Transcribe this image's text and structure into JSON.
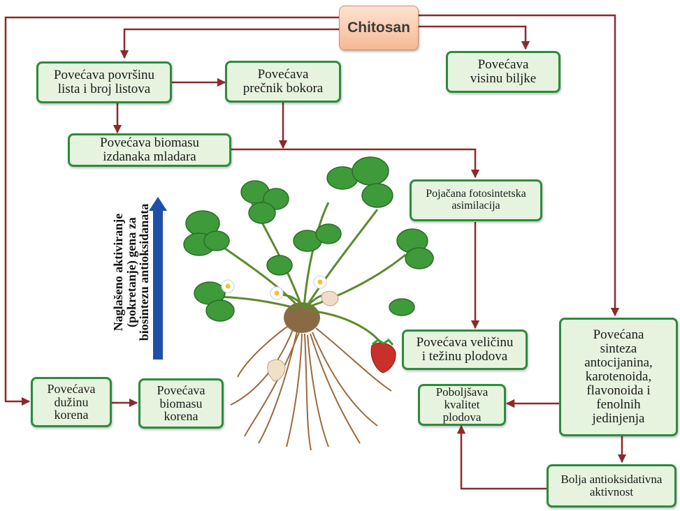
{
  "title": "Chitosan",
  "nodes": {
    "leaf_area": "Povećava površinu\nlista i broj listova",
    "crown_diameter": "Povećava\nprečnik bokora",
    "plant_height": "Povećava\nvisinu biljke",
    "shoot_biomass": "Povećava biomasu\nizdanaka mladara",
    "photosynthesis": "Pojačana fotosintetska\nasimilacija",
    "fruit_size": "Povećava veličinu\ni težinu plodova",
    "anthocyanin": "Povećana\nsinteza\nantocijanina,\nkarotenoida,\nflavonoida  i\nfenolnih\njedinjenja",
    "fruit_quality": "Poboljšava\nkvalitet\nplodova",
    "antioxidant": "Bolja antioksidativna\naktivnost",
    "root_length": "Povećava\ndužinu\nkorena",
    "root_biomass": "Povećava\nbiomasu\nkorena"
  },
  "side_label": "Naglašeno aktiviranje\n(pokretanje) gena za\nbiosintezu antioksidanata",
  "colors": {
    "box_fill": "#e6f4df",
    "box_border": "#2e8b3d",
    "arrow": "#8b2a2a",
    "chitosan_fill": "#f6b894",
    "up_arrow": "#1f4fa8"
  },
  "icons": [
    "strawberry-plant-illustration",
    "up-arrow-icon"
  ]
}
